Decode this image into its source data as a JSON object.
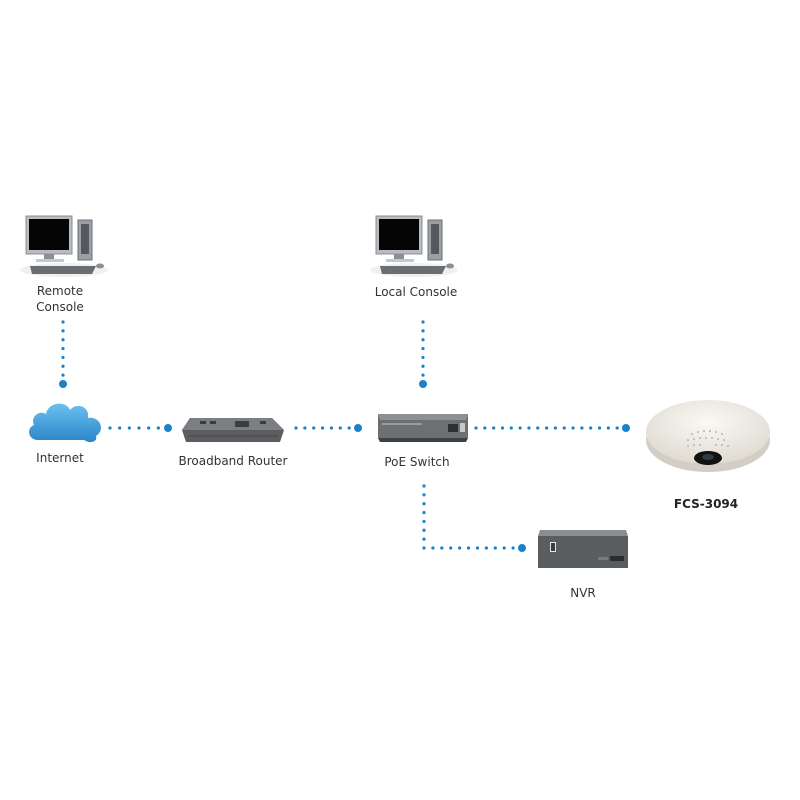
{
  "diagram": {
    "colors": {
      "connector": "#1a82c8",
      "cloud": "#3a9ad9",
      "device_dark": "#4a4a4a",
      "device_light": "#f1eee7"
    },
    "nodes": {
      "remote_console": {
        "label_line1": "Remote",
        "label_line2": "Console",
        "icon": "desktop-computer-icon"
      },
      "local_console": {
        "label": "Local Console",
        "icon": "desktop-computer-icon"
      },
      "internet": {
        "label": "Internet",
        "icon": "cloud-icon"
      },
      "router": {
        "label": "Broadband Router",
        "icon": "router-icon"
      },
      "poe_switch": {
        "label": "PoE Switch",
        "icon": "switch-icon"
      },
      "camera": {
        "label": "FCS-3094",
        "icon": "fisheye-camera-icon"
      },
      "nvr": {
        "label": "NVR",
        "icon": "nvr-icon"
      }
    },
    "connections": [
      {
        "from": "remote_console",
        "to": "internet"
      },
      {
        "from": "internet",
        "to": "router"
      },
      {
        "from": "router",
        "to": "poe_switch"
      },
      {
        "from": "local_console",
        "to": "poe_switch"
      },
      {
        "from": "poe_switch",
        "to": "camera"
      },
      {
        "from": "poe_switch",
        "to": "nvr"
      }
    ]
  }
}
